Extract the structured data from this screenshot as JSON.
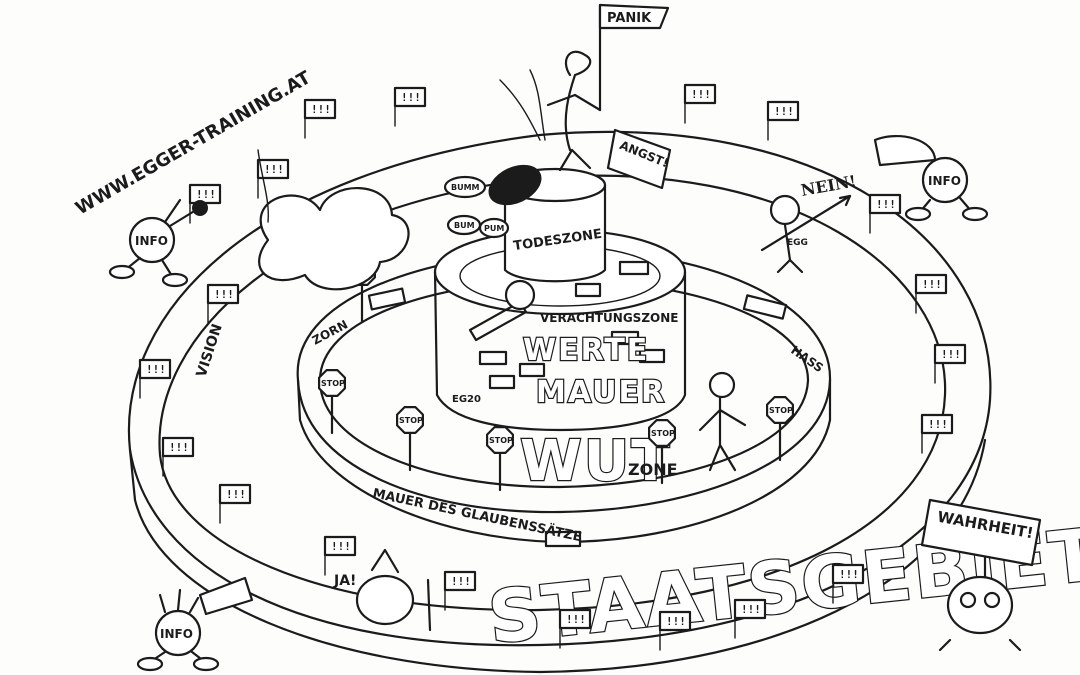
{
  "website": "WWW.EGGER-TRAINING.AT",
  "zones": {
    "outer": "STAATSGEBIET",
    "wut": "WUT",
    "wut_suffix": "ZONE",
    "verachtung": "VERACHTUNGSZONE",
    "todes": "TODESZONE",
    "werte_line1": "WERTE",
    "werte_line2": "MAUER",
    "glaubenssaetze": "MAUER DES GLAUBENSSÄTZE"
  },
  "emotions": {
    "zorn": "ZORN",
    "hass": "HASS",
    "angst": "ANGST!",
    "panik": "PANIK",
    "nein": "NEIN!",
    "ja": "JA!",
    "wahrheit": "WAHRHEIT!",
    "vision": "VISION"
  },
  "info_label": "INFO",
  "stop_label": "STOP",
  "flag_marks": "!!!",
  "sounds": [
    "BUMM",
    "BUM",
    "PUM"
  ],
  "signature": "EG20",
  "egger_tag": "EGG"
}
